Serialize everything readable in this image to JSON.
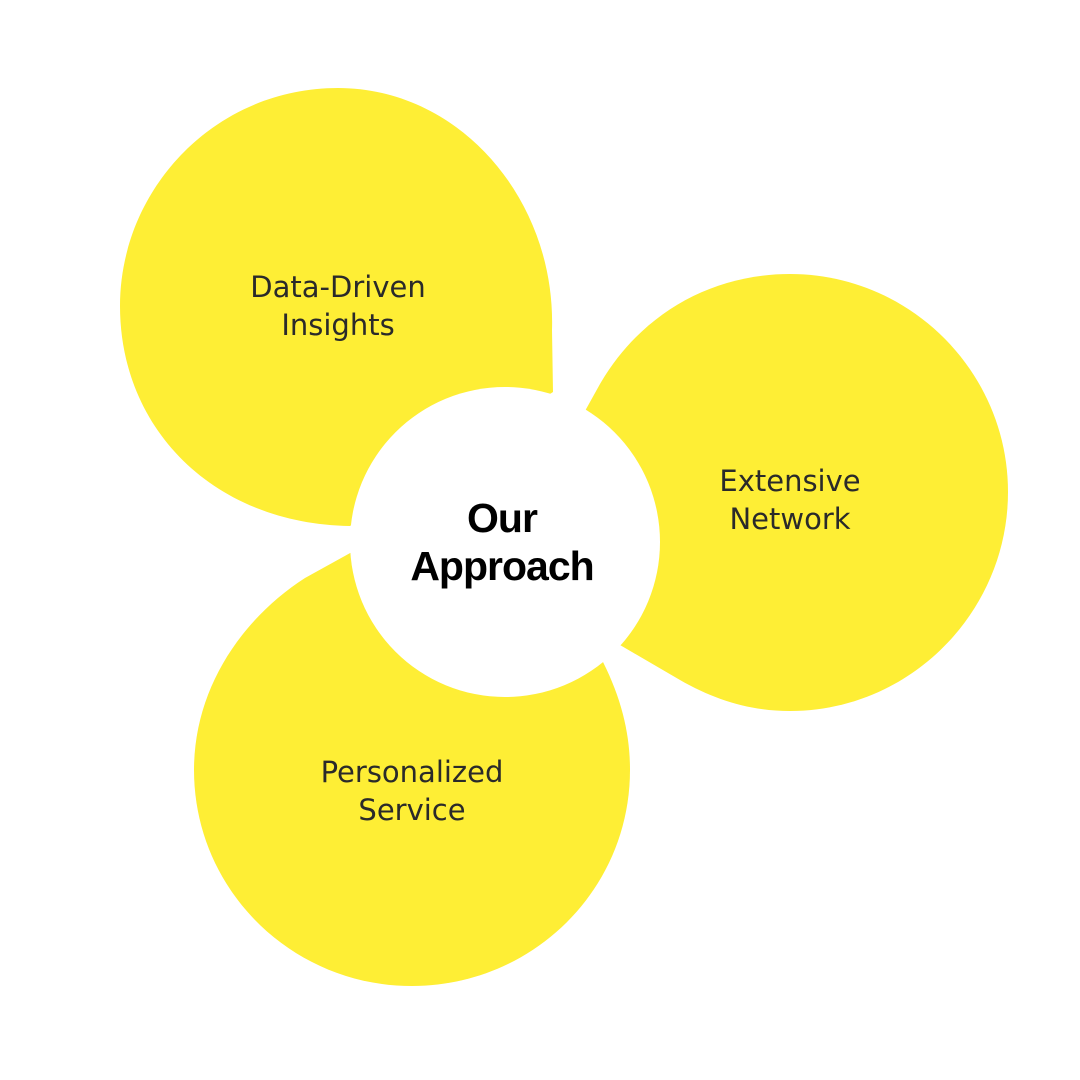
{
  "colors": {
    "petal": "#FEEE35",
    "center": "#FFFFFF",
    "background": "#FFFFFF",
    "label_text": "#2A2A2A",
    "title_text": "#000000"
  },
  "center": {
    "title_line1": "Our",
    "title_line2": "Approach"
  },
  "petals": {
    "top": {
      "line1": "Data-Driven",
      "line2": "Insights"
    },
    "right": {
      "line1": "Extensive",
      "line2": "Network"
    },
    "bottom": {
      "line1": "Personalized",
      "line2": "Service"
    }
  }
}
